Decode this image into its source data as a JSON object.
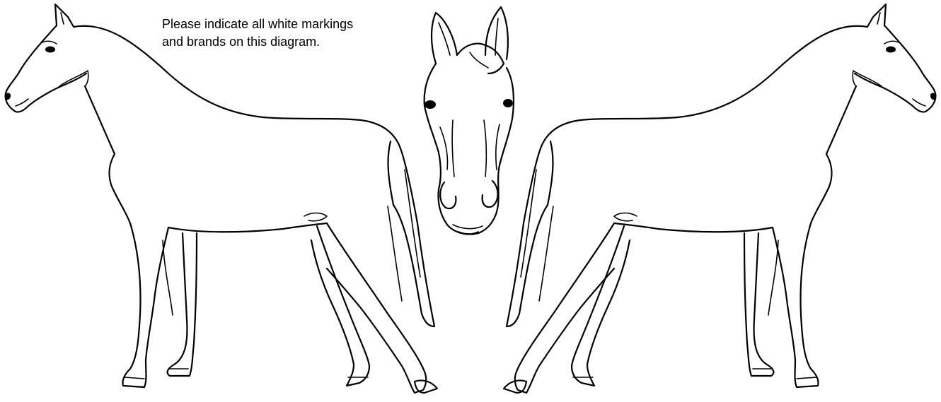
{
  "instructions": {
    "line1": "Please indicate all white markings",
    "line2": "and brands on this diagram."
  },
  "figures": {
    "left_horse": "horse-left-side-view",
    "head": "horse-head-front-view",
    "right_horse": "horse-right-side-view"
  },
  "colors": {
    "ink": "#000000",
    "background": "#ffffff"
  }
}
